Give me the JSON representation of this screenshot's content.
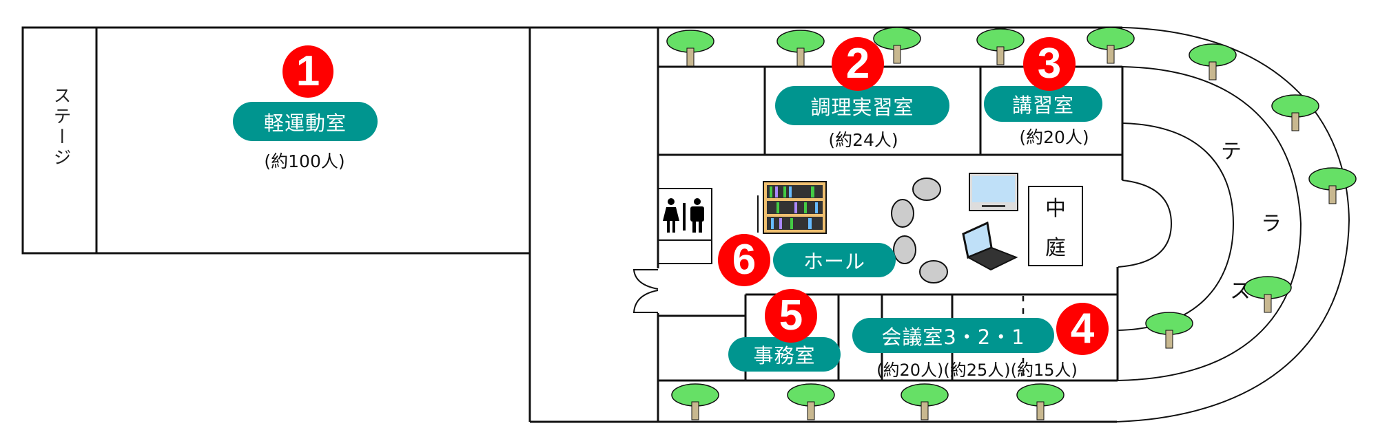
{
  "floor_plan": {
    "stage_label": "ステージ",
    "rooms": [
      {
        "id": "1",
        "badge": "1",
        "name": "軽運動室",
        "capacity": "(約100人)"
      },
      {
        "id": "2",
        "badge": "2",
        "name": "調理実習室",
        "capacity": "(約24人)"
      },
      {
        "id": "3",
        "badge": "3",
        "name": "講習室",
        "capacity": "(約20人)"
      },
      {
        "id": "4",
        "badge": "4",
        "name": "会議室3・2・1",
        "capacity": "(約20人)(約25人)(約15人)"
      },
      {
        "id": "5",
        "badge": "5",
        "name": "事務室",
        "capacity": ""
      },
      {
        "id": "6",
        "badge": "6",
        "name": "ホール",
        "capacity": ""
      }
    ],
    "courtyard": {
      "chars": [
        "中",
        "庭"
      ]
    },
    "terrace": {
      "chars": [
        "テ",
        "ラ",
        "ス"
      ]
    },
    "icons": [
      "restroom-icon",
      "bookshelf-icon",
      "chairs-icon",
      "monitor-icon",
      "laptop-icon",
      "tree-icon",
      "door-icon"
    ]
  },
  "colors": {
    "badge": "#ff0000",
    "label_pill": "#00958f",
    "tree_foliage": "#66e066",
    "tree_trunk": "#c8b890",
    "wall": "#111111"
  }
}
